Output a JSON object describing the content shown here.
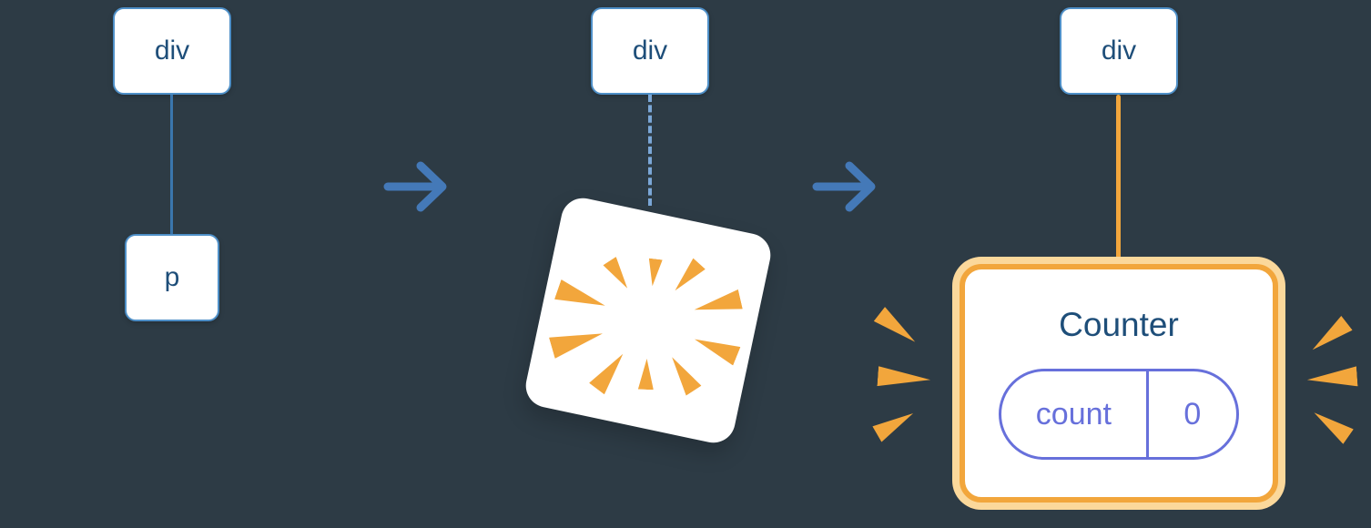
{
  "steps": {
    "before": {
      "parent_node": "div",
      "child_node": "p"
    },
    "during": {
      "parent_node": "div"
    },
    "after": {
      "parent_node": "div",
      "counter": {
        "title": "Counter",
        "state_key": "count",
        "state_value": "0"
      }
    }
  },
  "icons": {
    "arrow_right": "→",
    "poof_burst": "radial orange shards",
    "spark": "orange triangle ray"
  },
  "colors": {
    "background": "#2D3B45",
    "node_fill": "#FFFFFF",
    "node_border": "#4E8FC7",
    "node_text": "#1E4E79",
    "edge_solid": "#3A76AD",
    "edge_dashed": "#7BA7D7",
    "arrow": "#4479B8",
    "orange": "#F2A63C",
    "orange_pale": "#FBD89B",
    "state_purple": "#6770DB"
  }
}
